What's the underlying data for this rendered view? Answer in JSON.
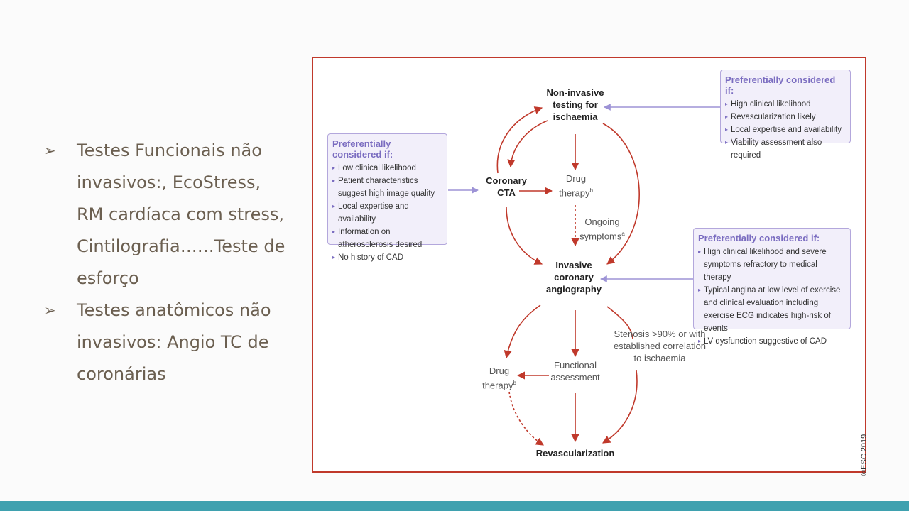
{
  "bullets": [
    {
      "text": "Testes Funcionais não invasivos:, EcoStress, RM cardíaca com stress, Cintilografia……Teste de esforço"
    },
    {
      "text": "Testes anatômicos não invasivos: Angio TC de coronárias"
    }
  ],
  "diagram": {
    "nodes": {
      "non_invasive": "Non-invasive testing for ischaemia",
      "coronary_cta": "Coronary CTA",
      "drug_therapy_top": "Drug therapy",
      "drug_therapy_bottom": "Drug therapy",
      "ongoing_symptoms": "Ongoing symptoms",
      "invasive": "Invasive coronary angiography",
      "functional": "Functional assessment",
      "stenosis": "Stenosis >90% or with established correlation to ischaemia",
      "revascularization": "Revascularization",
      "sup_b": "b",
      "sup_a": "a"
    },
    "boxes": {
      "left": {
        "heading": "Preferentially considered if:",
        "items": [
          "Low clinical likelihood",
          "Patient characteristics suggest high image quality",
          "Local expertise and availability",
          "Information on atherosclerosis desired",
          "No history of CAD"
        ]
      },
      "top_right": {
        "heading": "Preferentially considered if:",
        "items": [
          "High clinical likelihood",
          "Revascularization likely",
          "Local expertise and availability",
          "Viability assessment also required"
        ]
      },
      "mid_right": {
        "heading": "Preferentially considered if:",
        "items": [
          "High clinical likelihood and severe symptoms refractory to medical therapy",
          "Typical angina at low level of exercise and clinical evaluation including exercise ECG indicates high-risk of events",
          "LV dysfunction suggestive of CAD"
        ]
      }
    },
    "copyright": "©ESC 2019",
    "colors": {
      "frame": "#c0392b",
      "arrow": "#c0392b",
      "box_border": "#b3a7dc",
      "box_arrow": "#9d93d6"
    }
  }
}
